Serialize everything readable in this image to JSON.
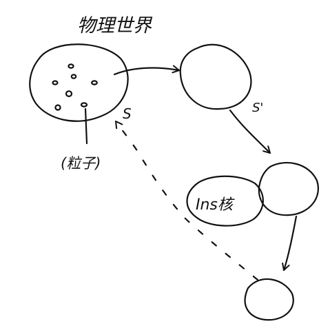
{
  "labels": {
    "world_title": "物理世界",
    "particle_label": "(粒子)",
    "s_label_left": "S",
    "s_label_right": "S'",
    "core_label": "Ins核"
  }
}
